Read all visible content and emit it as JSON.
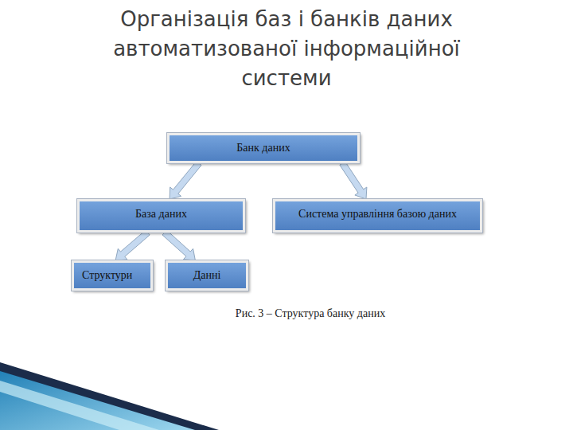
{
  "diagram": {
    "title": "Організація баз і банків даних автоматизованої інформаційної системи",
    "caption": "Рис. 3 – Структура банку даних",
    "nodes": [
      {
        "text": [
          "Банк даних"
        ]
      },
      {
        "text": [
          "База даних"
        ]
      },
      {
        "text": [
          "Система управління базою даних"
        ]
      },
      {
        "text": [
          "Структури"
        ]
      },
      {
        "text": [
          "Данні"
        ]
      }
    ],
    "edges": [
      {
        "from": 0,
        "to": 1,
        "arrow": "to"
      },
      {
        "from": 0,
        "to": 2,
        "arrow": "to"
      },
      {
        "from": 1,
        "to": 3,
        "arrow": "to"
      },
      {
        "from": 1,
        "to": 4,
        "arrow": "to"
      }
    ]
  }
}
